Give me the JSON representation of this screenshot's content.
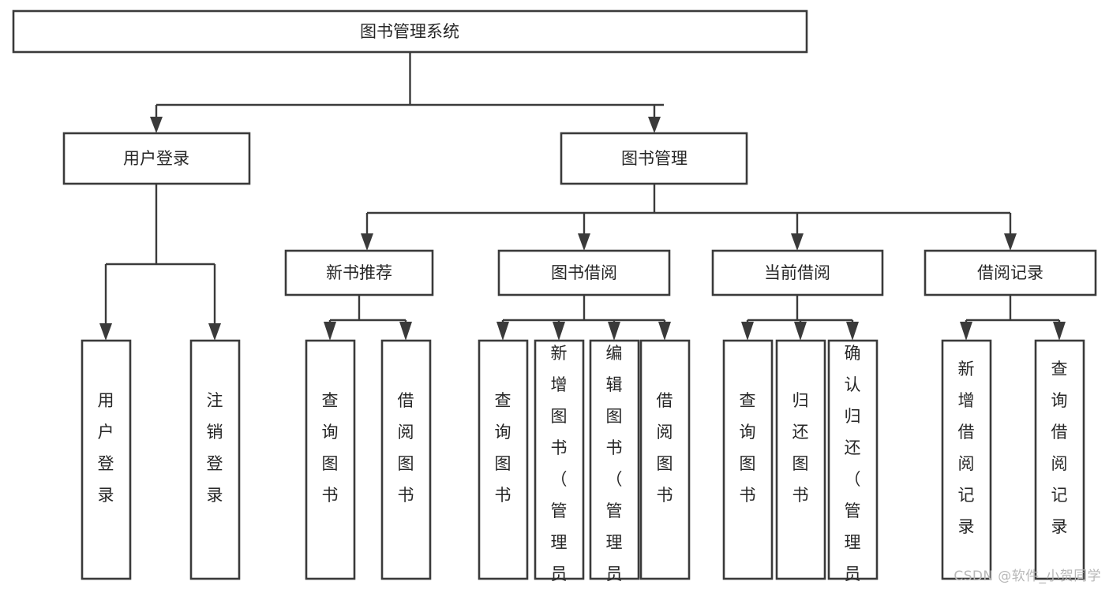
{
  "diagram": {
    "type": "tree",
    "title": "图书管理系统",
    "root": {
      "id": "root",
      "label": "图书管理系统"
    },
    "level2": [
      {
        "id": "user-login",
        "label": "用户登录"
      },
      {
        "id": "book-management",
        "label": "图书管理"
      }
    ],
    "level3": [
      {
        "id": "new-book-recommend",
        "label": "新书推荐",
        "parent": "book-management"
      },
      {
        "id": "book-borrow",
        "label": "图书借阅",
        "parent": "book-management"
      },
      {
        "id": "current-borrow",
        "label": "当前借阅",
        "parent": "book-management"
      },
      {
        "id": "borrow-record",
        "label": "借阅记录",
        "parent": "book-management"
      }
    ],
    "leaves": [
      {
        "id": "leaf-user-login",
        "label": "用户登录",
        "parent": "user-login"
      },
      {
        "id": "leaf-logout-login",
        "label": "注销登录",
        "parent": "user-login"
      },
      {
        "id": "leaf-query-book-1",
        "label": "查询图书",
        "parent": "new-book-recommend"
      },
      {
        "id": "leaf-borrow-book-1",
        "label": "借阅图书",
        "parent": "new-book-recommend"
      },
      {
        "id": "leaf-query-book-2",
        "label": "查询图书",
        "parent": "book-borrow"
      },
      {
        "id": "leaf-add-book",
        "label": "新增图书（管理员）",
        "parent": "book-borrow"
      },
      {
        "id": "leaf-edit-book",
        "label": "编辑图书（管理员）",
        "parent": "book-borrow"
      },
      {
        "id": "leaf-borrow-book-2",
        "label": "借阅图书",
        "parent": "book-borrow"
      },
      {
        "id": "leaf-query-book-3",
        "label": "查询图书",
        "parent": "current-borrow"
      },
      {
        "id": "leaf-return-book",
        "label": "归还图书",
        "parent": "current-borrow"
      },
      {
        "id": "leaf-confirm-return",
        "label": "确认归还（管理员）",
        "parent": "current-borrow"
      },
      {
        "id": "leaf-add-record",
        "label": "新增借阅记录",
        "parent": "borrow-record"
      },
      {
        "id": "leaf-query-record",
        "label": "查询借阅记录",
        "parent": "borrow-record"
      }
    ],
    "colors": {
      "box_stroke": "#3a3a3a",
      "box_fill": "#ffffff",
      "text": "#262626",
      "connector": "#3a3a3a",
      "watermark": "#b8b8b8",
      "background": "#ffffff"
    }
  },
  "watermark": {
    "text": "CSDN @软件_小贺同学"
  }
}
